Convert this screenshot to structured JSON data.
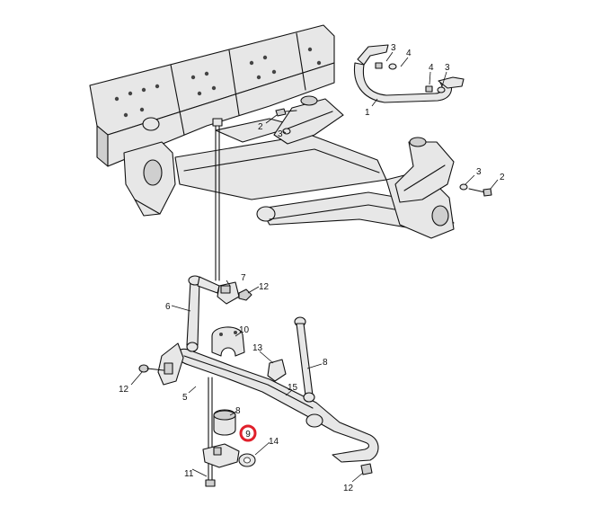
{
  "callouts": [
    {
      "id": "c1",
      "label": "1"
    },
    {
      "id": "c2a",
      "label": "2"
    },
    {
      "id": "c2b",
      "label": "2"
    },
    {
      "id": "c3a",
      "label": "3"
    },
    {
      "id": "c3b",
      "label": "3"
    },
    {
      "id": "c3c",
      "label": "3"
    },
    {
      "id": "c3d",
      "label": "3"
    },
    {
      "id": "c4a",
      "label": "4"
    },
    {
      "id": "c4b",
      "label": "4"
    },
    {
      "id": "c5",
      "label": "5"
    },
    {
      "id": "c6",
      "label": "6"
    },
    {
      "id": "c7",
      "label": "7"
    },
    {
      "id": "c8a",
      "label": "8"
    },
    {
      "id": "c8b",
      "label": "8"
    },
    {
      "id": "c9",
      "label": "9"
    },
    {
      "id": "c10",
      "label": "10"
    },
    {
      "id": "c11",
      "label": "11"
    },
    {
      "id": "c12a",
      "label": "12"
    },
    {
      "id": "c12b",
      "label": "12"
    },
    {
      "id": "c12c",
      "label": "12"
    },
    {
      "id": "c13",
      "label": "13"
    },
    {
      "id": "c14",
      "label": "14"
    },
    {
      "id": "c15",
      "label": "15"
    }
  ],
  "highlight": {
    "callout": "9",
    "color": "#e0202b"
  }
}
